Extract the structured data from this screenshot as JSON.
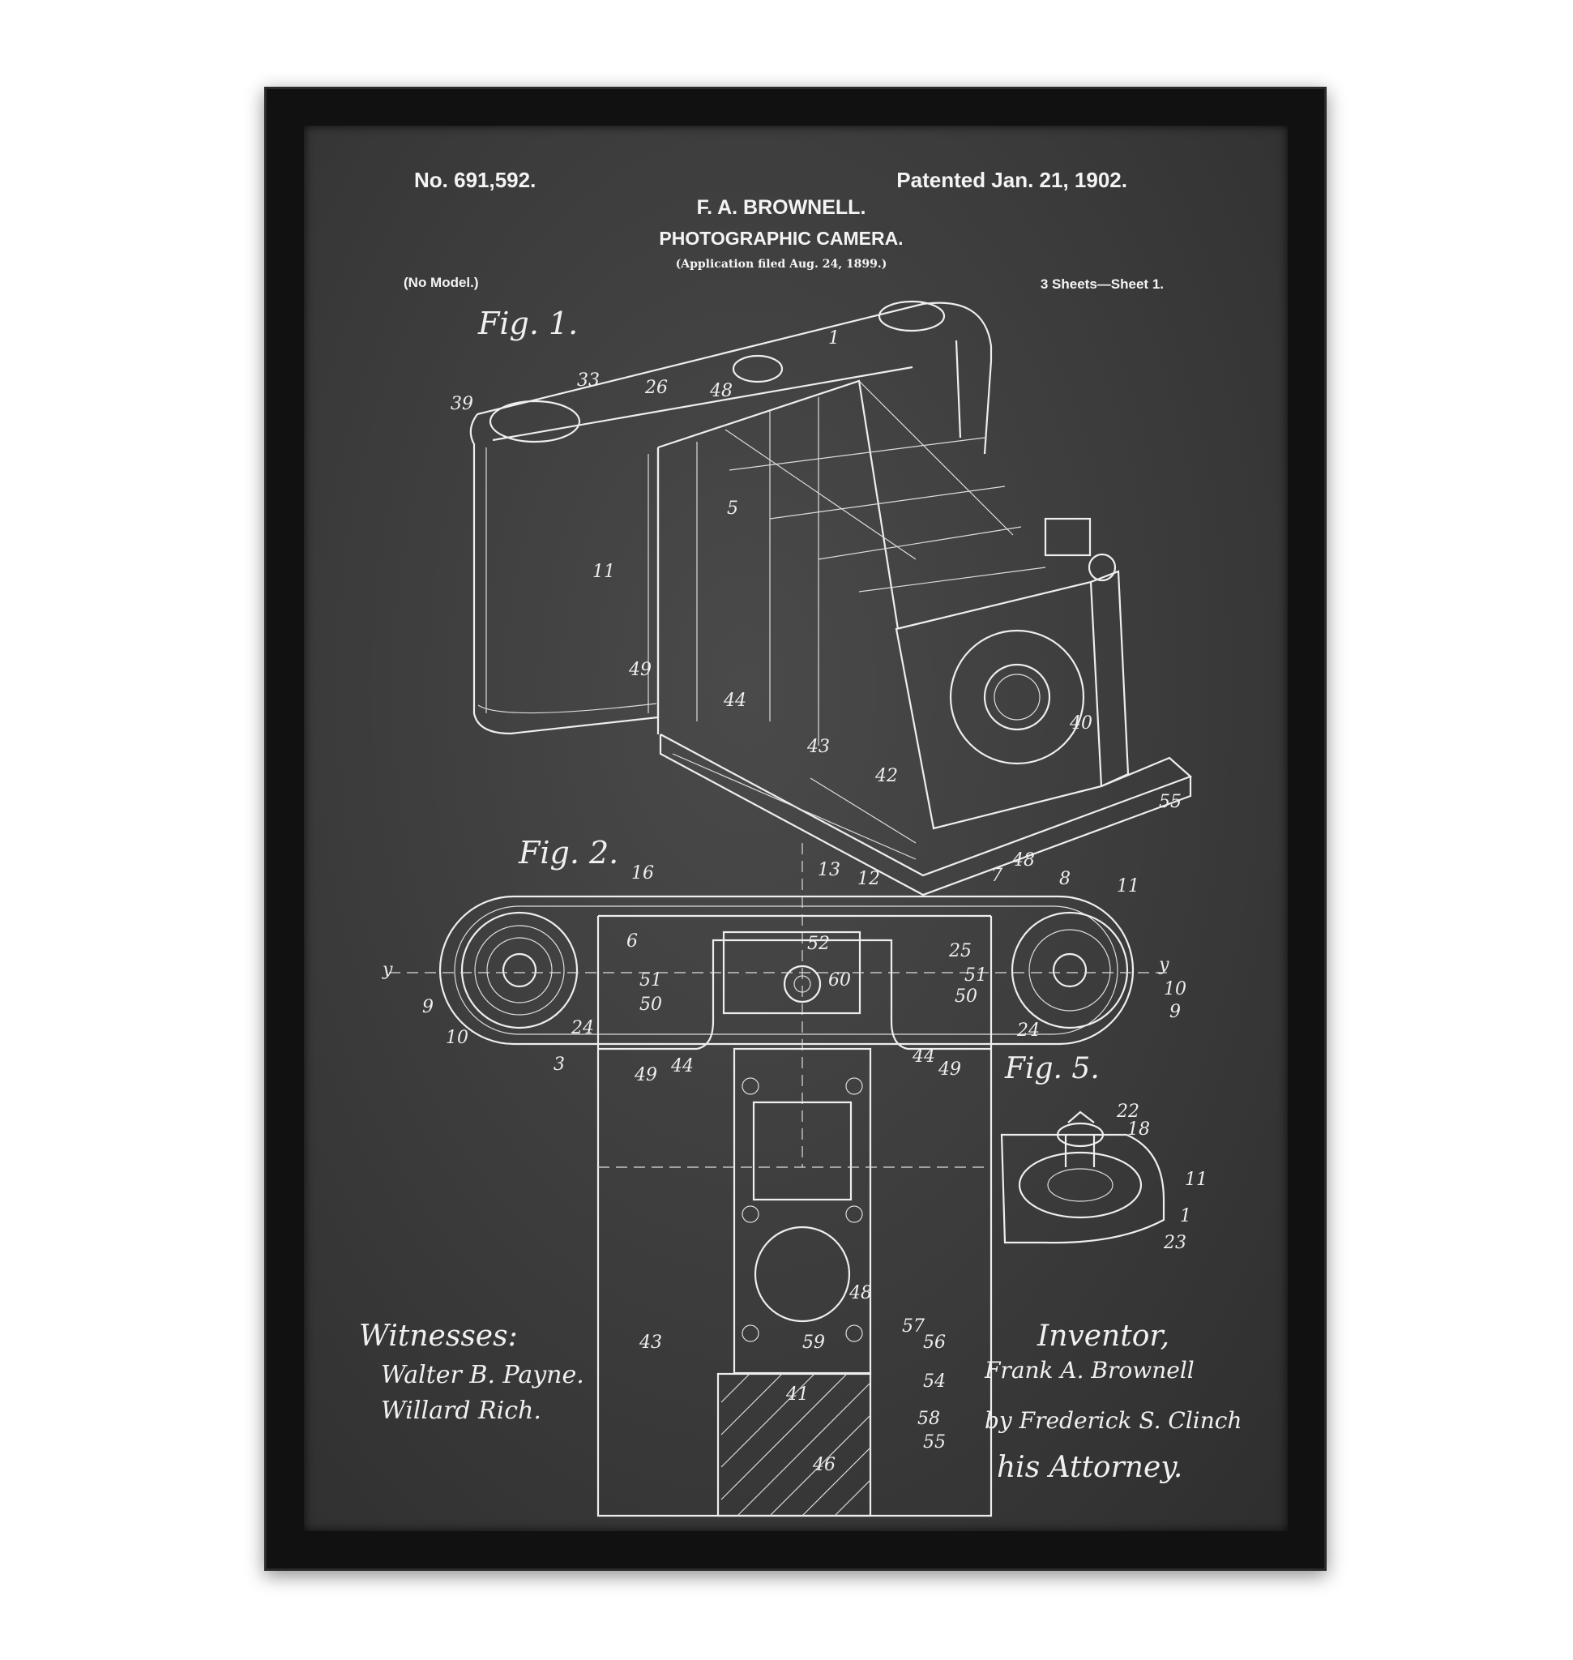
{
  "header": {
    "patent_no": "No. 691,592.",
    "patented": "Patented Jan. 21, 1902.",
    "inventor_name": "F. A. BROWNELL.",
    "title": "PHOTOGRAPHIC CAMERA.",
    "application": "(Application filed Aug. 24, 1899.)",
    "model": "(No Model.)",
    "sheets": "3 Sheets—Sheet 1."
  },
  "figures": {
    "fig1": "Fig. 1.",
    "fig2": "Fig. 2.",
    "fig5": "Fig. 5."
  },
  "witnesses": {
    "label": "Witnesses:",
    "names": [
      "Walter B. Payne.",
      "Willard Rich."
    ]
  },
  "inventor": {
    "label": "Inventor,",
    "signature": "Frank A. Brownell",
    "by": "by Frederick S. Clinch",
    "attorney": "his Attorney."
  },
  "refs": [
    "1",
    "39",
    "33",
    "26",
    "48",
    "5",
    "11",
    "49",
    "44",
    "43",
    "42",
    "40",
    "55",
    "48",
    "13",
    "12",
    "7",
    "8",
    "11",
    "16",
    "6",
    "52",
    "60",
    "25",
    "y",
    "y",
    "51",
    "50",
    "51",
    "50",
    "10",
    "9",
    "9",
    "10",
    "24",
    "24",
    "3",
    "49",
    "44",
    "44",
    "49",
    "22",
    "18",
    "11",
    "1",
    "23",
    "48",
    "43",
    "57",
    "56",
    "59",
    "54",
    "41",
    "58",
    "55",
    "46"
  ],
  "colors": {
    "chalkboard": "#3b3b3b",
    "frame": "#111111",
    "ink": "#eeeeee"
  }
}
